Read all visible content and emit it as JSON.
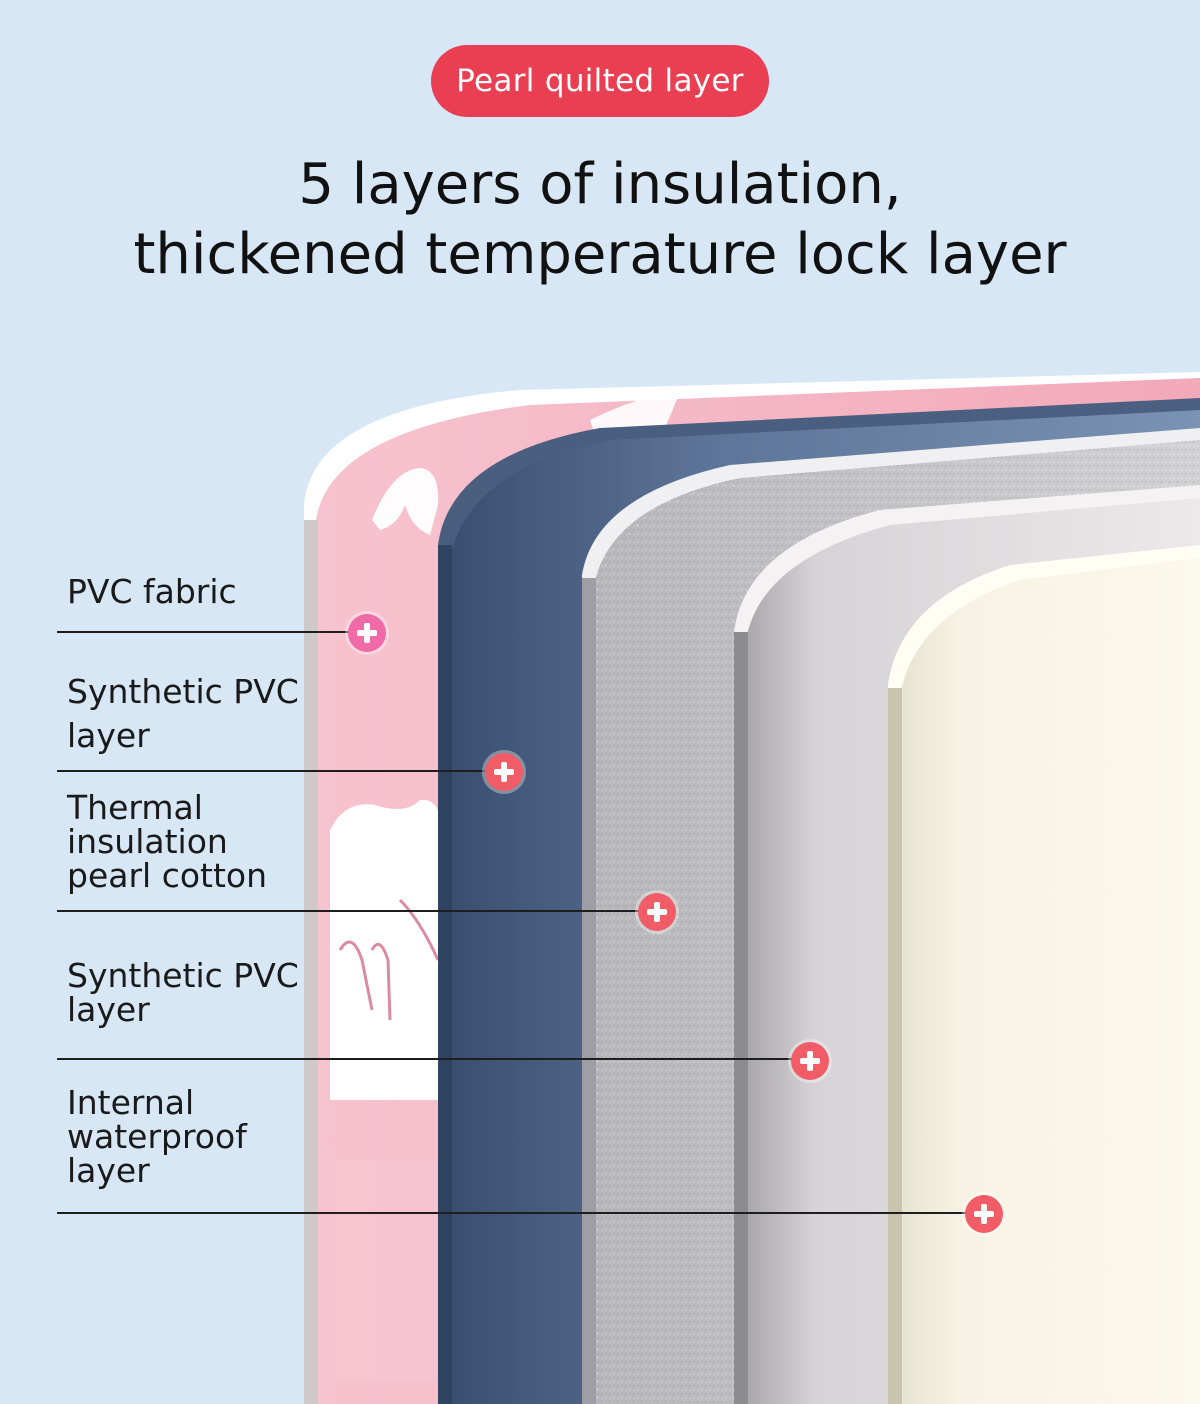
{
  "badge": {
    "text": "Pearl quilted layer",
    "color": "#ea3e52"
  },
  "headline": {
    "line1": "5 layers of insulation,",
    "line2": "thickened temperature lock layer"
  },
  "layers": [
    {
      "label_lines": [
        "PVC fabric"
      ],
      "marker_color": "#f06aa8",
      "marker_icon": "plus-icon"
    },
    {
      "label_lines": [
        "Synthetic PVC",
        "layer"
      ],
      "marker_color": "#f25c66",
      "marker_icon": "plus-icon"
    },
    {
      "label_lines": [
        "Thermal",
        "insulation",
        "pearl cotton"
      ],
      "marker_color": "#f25c66",
      "marker_icon": "plus-icon"
    },
    {
      "label_lines": [
        "Synthetic PVC",
        "layer"
      ],
      "marker_color": "#f25c66",
      "marker_icon": "plus-icon"
    },
    {
      "label_lines": [
        "Internal",
        "waterproof",
        "layer"
      ],
      "marker_color": "#f25c66",
      "marker_icon": "plus-icon"
    }
  ],
  "colors": {
    "background": "#d8e7f6",
    "pvc_fabric": "#f4b2c2",
    "synthetic_pvc_navy": "#6c86a8",
    "pearl_cotton": "#c9c9cc",
    "synthetic_pvc_light": "#e4e1e4",
    "waterproof_inner": "#f8f5e6"
  }
}
